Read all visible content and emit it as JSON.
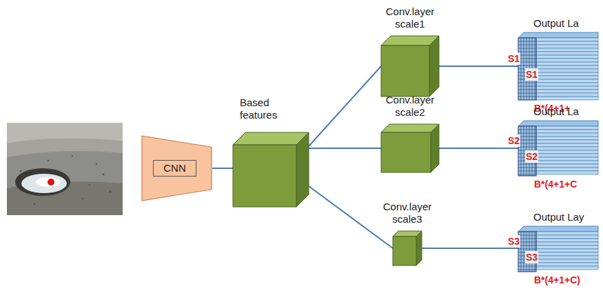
{
  "diagram": {
    "nodes": [
      {
        "text": [
          "CNN"
        ]
      },
      {
        "text": [
          "Based features"
        ]
      },
      {
        "text": [
          "Conv.layer scale1"
        ]
      },
      {
        "text": [
          "Conv.layer scale2"
        ]
      },
      {
        "text": [
          "Conv.layer scale3"
        ]
      },
      {
        "text": [
          "Output La",
          "S1",
          "S1",
          "B*(4+1+"
        ]
      },
      {
        "text": [
          "Output La",
          "S2",
          "S2",
          "B*(4+1+C"
        ]
      },
      {
        "text": [
          "Output Lay",
          "S3",
          "S3",
          "B*(4+1+C)"
        ]
      }
    ],
    "edges": [
      {
        "from": 0,
        "to": 1,
        "arrow": "none"
      },
      {
        "from": 1,
        "to": 2,
        "arrow": "none"
      },
      {
        "from": 1,
        "to": 3,
        "arrow": "none"
      },
      {
        "from": 1,
        "to": 4,
        "arrow": "none"
      },
      {
        "from": 2,
        "to": 5,
        "arrow": "none"
      },
      {
        "from": 3,
        "to": 6,
        "arrow": "none"
      },
      {
        "from": 4,
        "to": 7,
        "arrow": "none"
      }
    ]
  }
}
